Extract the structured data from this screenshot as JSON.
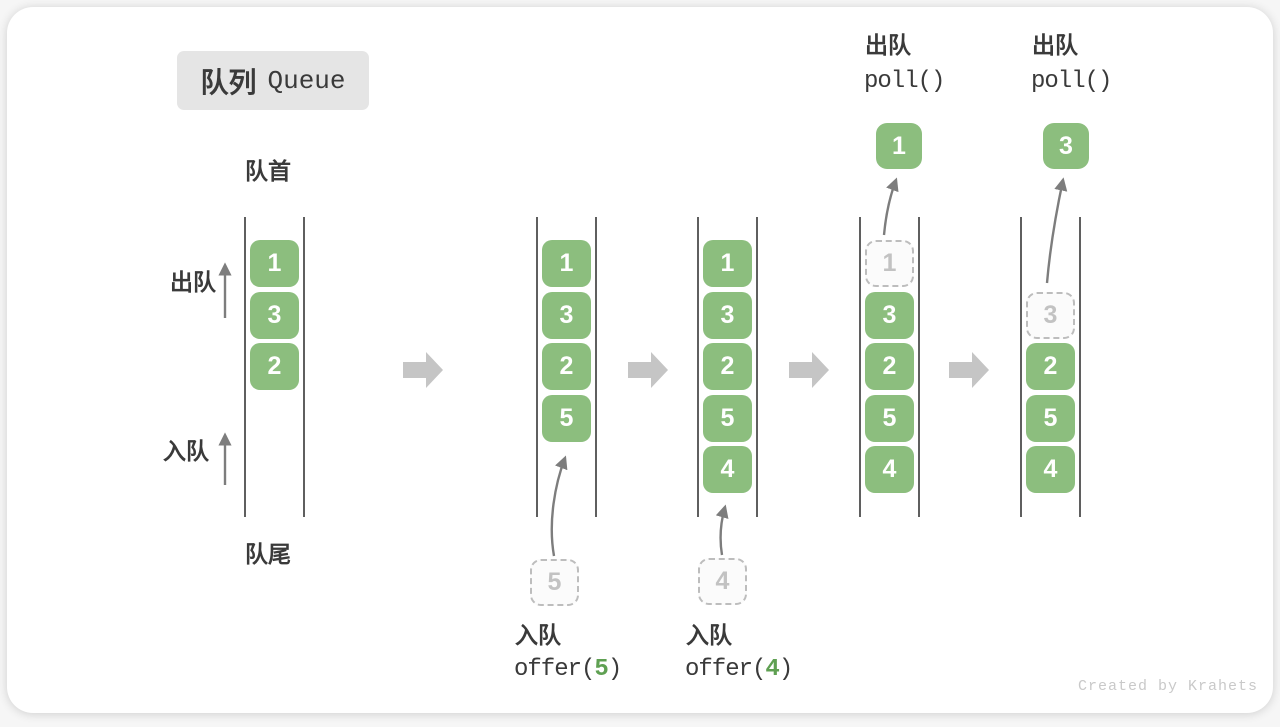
{
  "title": {
    "badge_zh": "队列",
    "badge_en": "Queue"
  },
  "labels": {
    "front": "队首",
    "rear": "队尾",
    "dequeue": "出队",
    "enqueue": "入队"
  },
  "colors": {
    "block_green": "#8CBE7E",
    "accent_green": "#5FA052",
    "dark_text": "#3A3A3A",
    "arrow_gray": "#C5C5C5",
    "thin_arrow_gray": "#7D7D7D",
    "line_gray": "#5F5F5F",
    "dashed_border": "#BDBDBD",
    "ghost_text": "#C2C2C2",
    "badge_bg": "#E5E5E5",
    "credit_gray": "#C9C9C9"
  },
  "states": [
    {
      "blocks": [
        "1",
        "3",
        "2"
      ]
    },
    {
      "blocks": [
        "1",
        "3",
        "2",
        "5"
      ],
      "staged": "5",
      "op": {
        "zh": "入队",
        "pre": "offer(",
        "arg": "5",
        "post": ")"
      }
    },
    {
      "blocks": [
        "1",
        "3",
        "2",
        "5",
        "4"
      ],
      "staged": "4",
      "op": {
        "zh": "入队",
        "pre": "offer(",
        "arg": "4",
        "post": ")"
      }
    },
    {
      "blocks": [
        "3",
        "2",
        "5",
        "4"
      ],
      "removed": "1",
      "polled": "1",
      "op": {
        "zh": "出队",
        "code": "poll()"
      }
    },
    {
      "blocks": [
        "2",
        "5",
        "4"
      ],
      "removed": "3",
      "polled": "3",
      "op": {
        "zh": "出队",
        "code": "poll()"
      }
    }
  ],
  "credit": "Created by Krahets"
}
